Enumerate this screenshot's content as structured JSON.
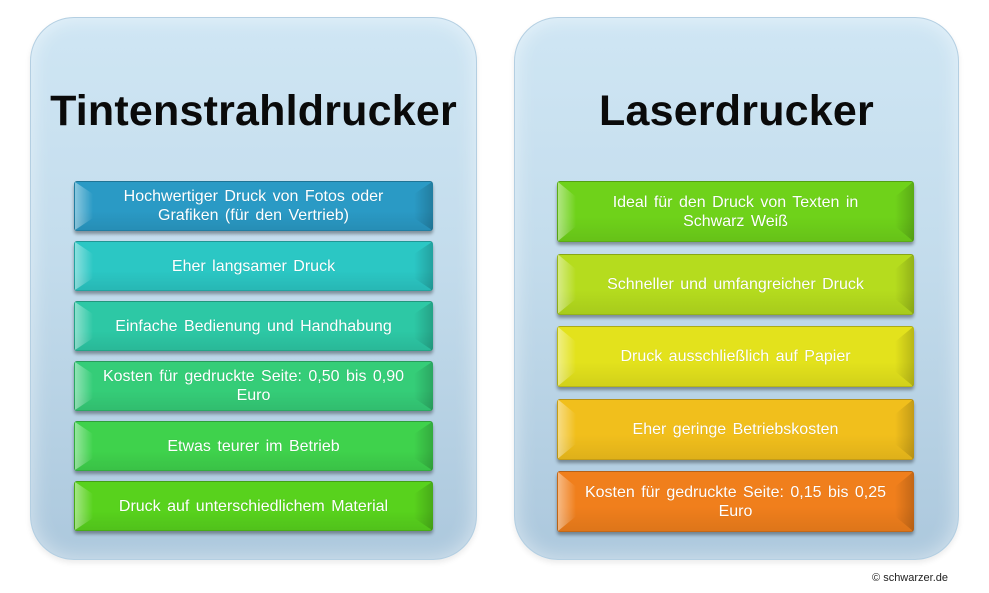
{
  "left": {
    "title": "Tintenstrahldrucker",
    "items": [
      {
        "label": "Hochwertiger Druck von Fotos oder Grafiken (für den Vertrieb)",
        "color": "#2a9ac5"
      },
      {
        "label": "Eher langsamer Druck",
        "color": "#2bc7c4"
      },
      {
        "label": "Einfache Bedienung und Handhabung",
        "color": "#2dc8a5"
      },
      {
        "label": "Kosten für gedruckte Seite: 0,50 bis 0,90 Euro",
        "color": "#35cd78"
      },
      {
        "label": "Etwas teurer im Betrieb",
        "color": "#3fd24c"
      },
      {
        "label": "Druck auf unterschiedlichem Material",
        "color": "#58d21d"
      }
    ]
  },
  "right": {
    "title": "Laserdrucker",
    "items": [
      {
        "label": "Ideal für den Druck von Texten in Schwarz Weiß",
        "color": "#6fd21a"
      },
      {
        "label": "Schneller und umfangreicher Druck",
        "color": "#b5dc1e"
      },
      {
        "label": "Druck ausschließlich auf Papier",
        "color": "#e3e21c"
      },
      {
        "label": "Eher geringe Betriebskosten",
        "color": "#f1bf1c"
      },
      {
        "label": "Kosten für gedruckte Seite: 0,15 bis 0,25 Euro",
        "color": "#f07f1c"
      }
    ]
  },
  "copyright": "© schwarzer.de"
}
